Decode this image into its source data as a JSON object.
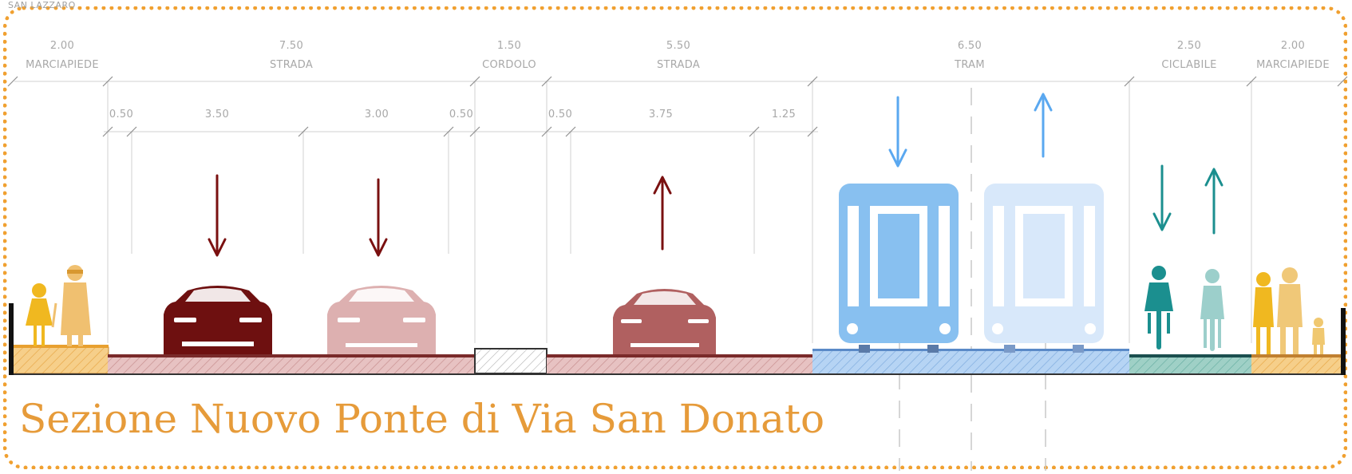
{
  "corner_label": "SAN LAZZARO",
  "title": "Sezione Nuovo Ponte di Via San Donato",
  "sections": [
    {
      "value": "2.00",
      "label": "MARCIAPIEDE"
    },
    {
      "value": "7.50",
      "label": "STRADA"
    },
    {
      "value": "1.50",
      "label": "CORDOLO"
    },
    {
      "value": "5.50",
      "label": "STRADA"
    },
    {
      "value": "6.50",
      "label": "TRAM"
    },
    {
      "value": "2.50",
      "label": "CICLABILE"
    },
    {
      "value": "2.00",
      "label": "MARCIAPIEDE"
    }
  ],
  "sub_dimensions": [
    "0.50",
    "3.50",
    "3.00",
    "0.50",
    "0.50",
    "3.75",
    "1.25"
  ],
  "colors": {
    "frame": "#f0a030",
    "title": "#e69b3a",
    "car_dark": "#6e1010",
    "car_light": "#ddb0b0",
    "car_mid": "#b06060",
    "tram": "#88c0f0",
    "tram_light": "#d8e8fa",
    "bike": "#20a0a0",
    "sidewalk": "#f0b848",
    "road": "#e0b8b8"
  }
}
